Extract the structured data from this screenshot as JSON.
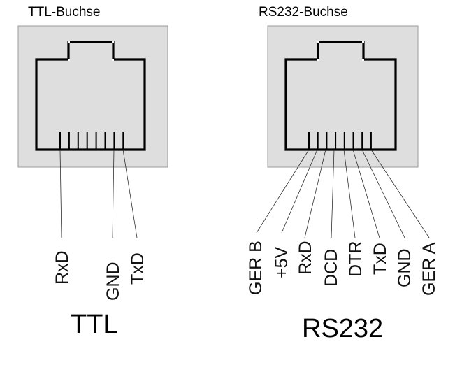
{
  "ttl": {
    "jack_title": "TTL-Buchse",
    "label": "TTL",
    "pins": [
      "RxD",
      "GND",
      "TxD"
    ]
  },
  "rs232": {
    "jack_title": "RS232-Buchse",
    "label": "RS232",
    "pins": [
      "GER B",
      "+5V",
      "RxD",
      "DCD",
      "DTR",
      "TxD",
      "GND",
      "GER A"
    ]
  }
}
